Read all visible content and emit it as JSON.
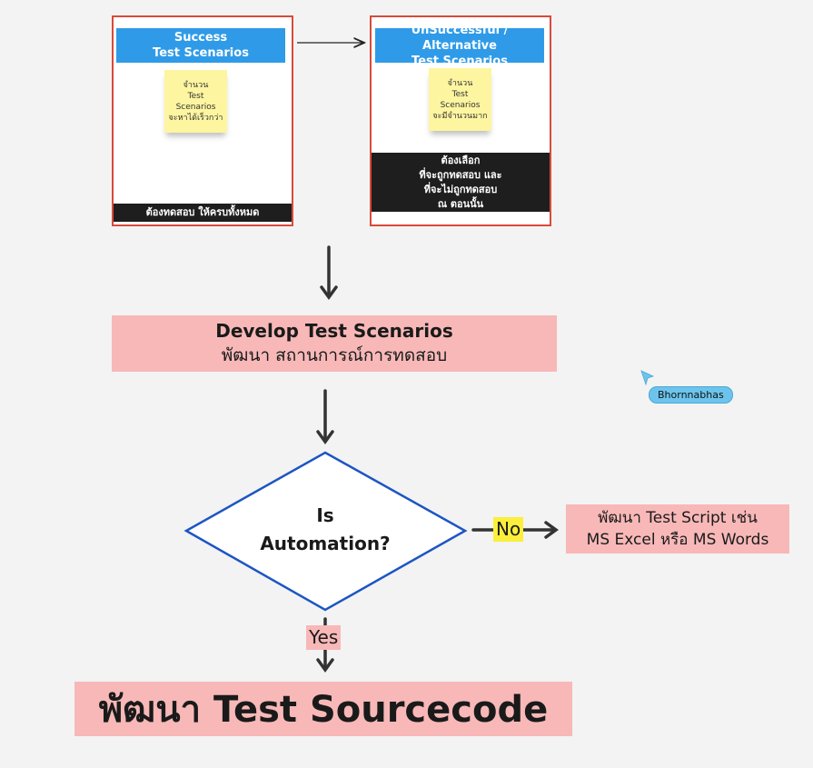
{
  "success_panel": {
    "title_lines": [
      "Success",
      "Test Scenarios"
    ],
    "note_lines": [
      "จำนวน",
      "Test",
      "Scenarios",
      "จะหาได้เร็วกว่า"
    ],
    "footer": "ต้องทดสอบ ให้ครบทั้งหมด"
  },
  "unsuccessful_panel": {
    "title_lines": [
      "UnSuccessful / Alternative",
      "Test Scenarios"
    ],
    "note_lines": [
      "จำนวน",
      "Test",
      "Scenarios",
      "จะมีจำนวนมาก"
    ],
    "footer_lines": [
      "ต้องเลือก",
      "ที่จะถูกทดสอบ และ",
      "ที่จะไม่ถูกทดสอบ",
      "ณ ตอนนั้น"
    ]
  },
  "develop_box": {
    "line1": "Develop Test Scenarios",
    "line2": "พัฒนา สถานการณ์การทดสอบ"
  },
  "decision": {
    "line1": "Is",
    "line2": "Automation?"
  },
  "no_label": "No",
  "yes_label": "Yes",
  "script_box": {
    "line1": "พัฒนา Test Script เช่น",
    "line2": "MS Excel หรือ MS Words"
  },
  "final_box": "พัฒนา Test Sourcecode",
  "collaborator": "Bhornnabhas",
  "colors": {
    "frame_border": "#d94a3a",
    "header_blue": "#2f9be8",
    "sticky_yellow": "#fdf5a0",
    "pink": "#f8b8b8",
    "diamond_stroke": "#1c55c4",
    "no_highlight": "#fbef3c",
    "cursor_blue": "#6cc4ec"
  }
}
